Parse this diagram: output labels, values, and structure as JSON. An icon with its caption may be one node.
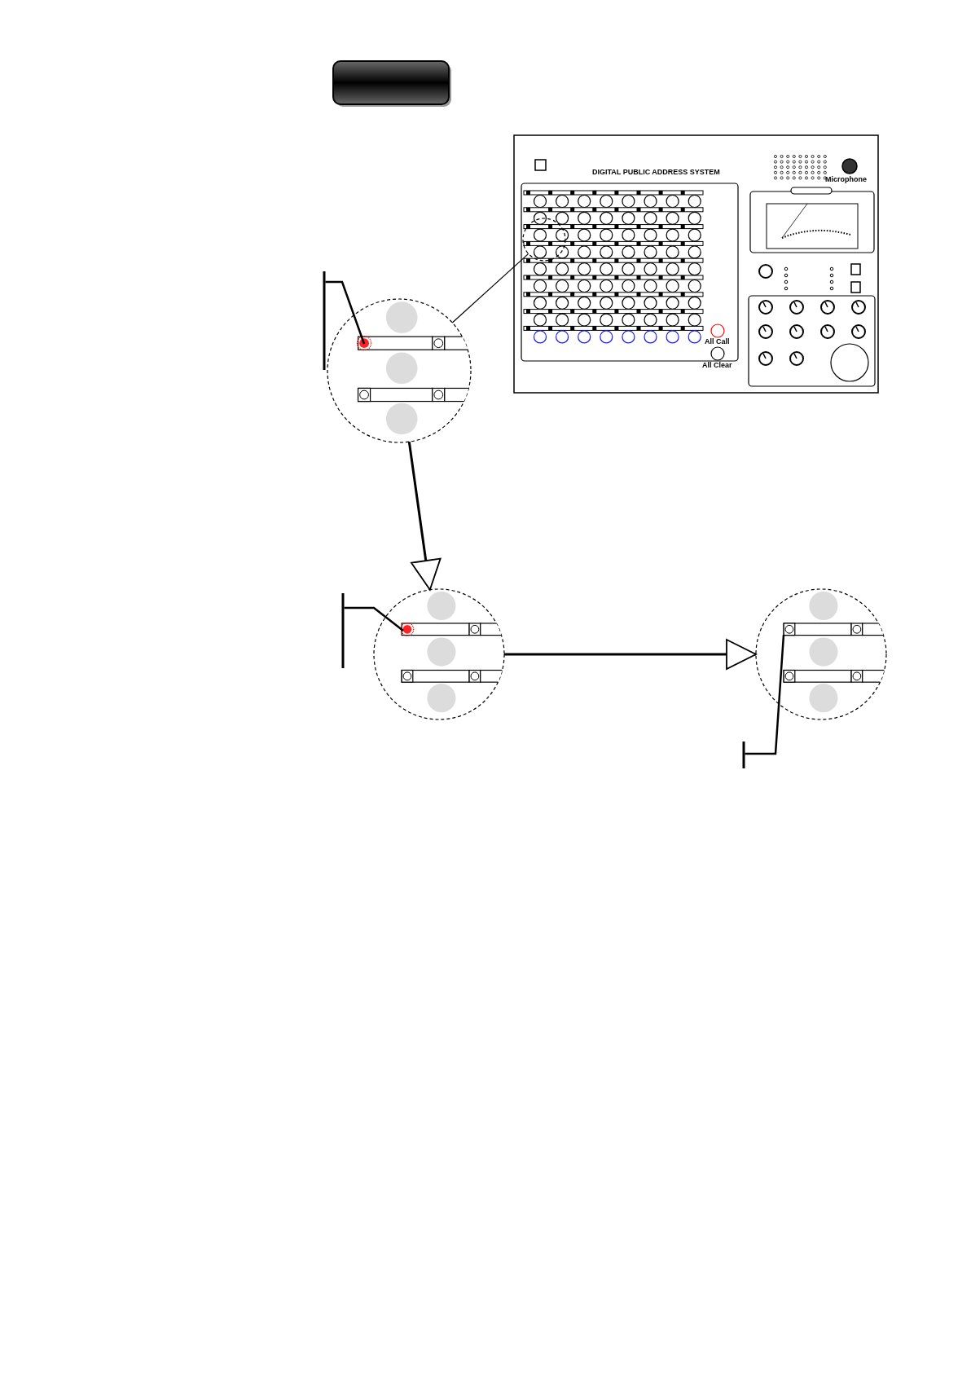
{
  "diagram": {
    "nodes": [
      {
        "text": [],
        "shape": "circle"
      },
      {
        "text": [],
        "shape": "circle"
      },
      {
        "text": [],
        "shape": "circle"
      },
      {
        "text": [],
        "shape": "circle"
      },
      {
        "text": [],
        "shape": "bar"
      },
      {
        "text": [],
        "shape": "bar"
      },
      {
        "text": [],
        "shape": "bar"
      }
    ],
    "edges": [
      {
        "from": 0,
        "to": 1,
        "arrow": "none"
      },
      {
        "from": 1,
        "to": 2,
        "arrow": "to"
      },
      {
        "from": 2,
        "to": 3,
        "arrow": "to"
      },
      {
        "from": 4,
        "to": 1,
        "arrow": "none"
      },
      {
        "from": 5,
        "to": 2,
        "arrow": "none"
      },
      {
        "from": 6,
        "to": 3,
        "arrow": "none"
      }
    ],
    "labels": [
      "DIGITAL PUBLIC ADDRESS SYSTEM",
      "Microphone",
      "All Call",
      "All Clear"
    ]
  }
}
